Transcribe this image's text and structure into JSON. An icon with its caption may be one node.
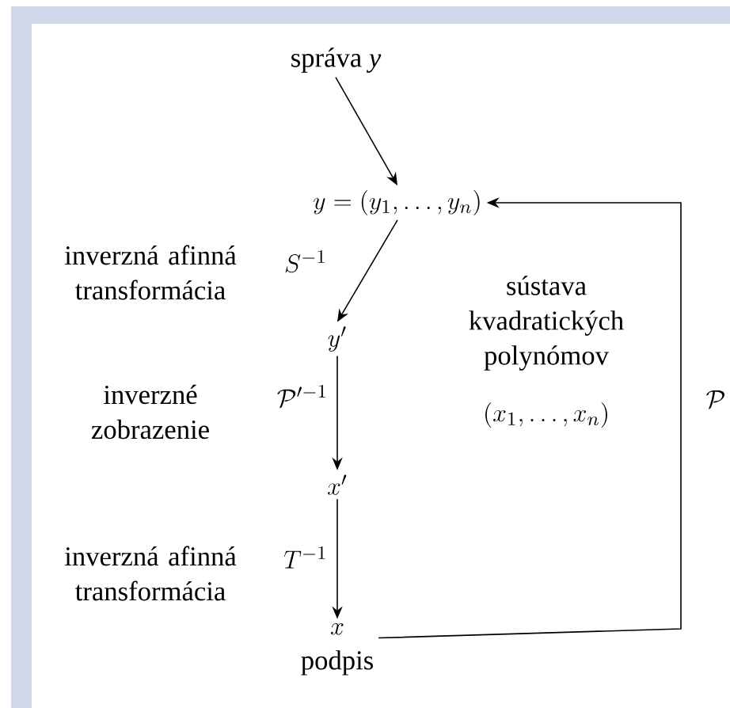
{
  "diagram": {
    "nodes": [
      {
        "text": [
          "správa *y*"
        ]
      },
      {
        "text": [
          "y=(y_1,\\ldots,y_n)"
        ]
      },
      {
        "text": [
          "y'"
        ]
      },
      {
        "text": [
          "x'"
        ]
      },
      {
        "text": [
          "x",
          "podpis"
        ]
      }
    ],
    "edges": [
      {
        "from": 0,
        "to": 1,
        "arrow": "to"
      },
      {
        "from": 1,
        "to": 2,
        "arrow": "to",
        "label": "S^{-1}"
      },
      {
        "from": 2,
        "to": 3,
        "arrow": "to",
        "label": "\\mathcal{P}'^{-1}"
      },
      {
        "from": 3,
        "to": 4,
        "arrow": "to",
        "label": "T^{-1}"
      },
      {
        "from": 4,
        "to": 1,
        "arrow": "to",
        "label": "\\mathcal{P}"
      }
    ],
    "labels": [
      "inverzná afinná transformácia",
      "sústava kvadratických polynómov",
      "(x_1,\\ldots,x_n)",
      "inverzné zobrazenie",
      "inverzná afinná transformácia"
    ]
  }
}
